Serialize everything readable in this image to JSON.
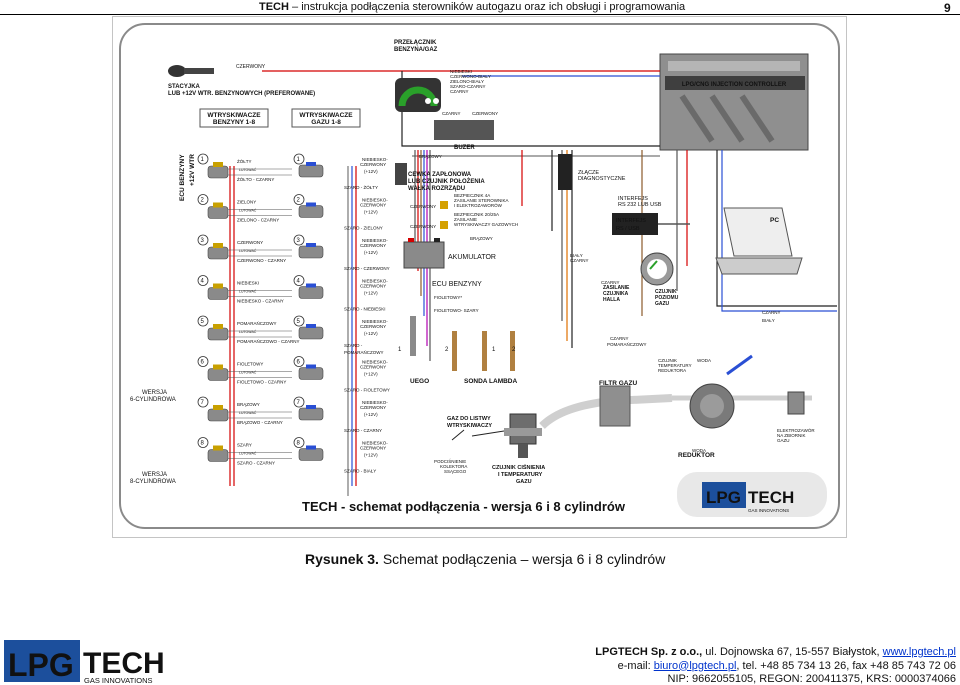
{
  "header": {
    "brand": "TECH",
    "dash": " – ",
    "title": "instrukcja podłączenia sterowników autogazu oraz ich obsługi i programowania",
    "page_number": "9"
  },
  "diagram": {
    "ignition": {
      "label1": "STACYJKA",
      "label2": "LUB +12V WTR. BENZYNOWYCH (PREFEROWANE)",
      "wire": "CZERWONY"
    },
    "switch": {
      "label1": "PRZEŁĄCZNIK",
      "label2": "BENZYNA/GAZ",
      "wires": [
        "NIEBIESKI",
        "CZERWONO-BIAŁY",
        "ZIELONO-BIAŁY",
        "SZARO-CZARNY",
        "CZARNY"
      ],
      "w_black": "CZARNY",
      "w_red": "CZERWONY"
    },
    "controller": "LPG/CNG INJECTION CONTROLLER",
    "injectors_petrol": [
      "WTRYSKIWACZE",
      "BENZYNY 1-8"
    ],
    "injectors_gas": [
      "WTRYSKIWACZE",
      "GAZU 1-8"
    ],
    "ecu_benzyny": "ECU BENZYNY",
    "plus12_wtr": "+12V WTR",
    "petrol_wires": [
      "ŻÓŁTY",
      "ŻÓŁTO - CZARNY",
      "ZIELONY",
      "ZIELONO - CZARNY",
      "CZERWONY",
      "CZERWONO - CZARNY",
      "NIEBIESKI",
      "NIEBIESKO - CZARNY",
      "POMARAŃCZOWY",
      "POMARAŃCZOWO - CZARNY",
      "FIOLETOWY",
      "FIOLETOWO - CZARNY",
      "BRĄZOWY",
      "BRĄZOWO - CZARNY",
      "SZARY",
      "SZARO - CZARNY"
    ],
    "lutowac": "LUTOWAĆ",
    "gas_blue_red": [
      "NIEBIESKO-",
      "CZERWONY"
    ],
    "plus12": "(+12V)",
    "gas_grey": [
      "SZARO - ŻÓŁTY",
      "SZARO - ZIELONY",
      "SZARO - CZERWONY",
      "SZARO - NIEBIESKI",
      "SZARO -",
      "POMARAŃCZOWY",
      "SZARO - FIOLETOWY",
      "SZARO - CZARNY",
      "SZARO - BIAŁY"
    ],
    "inj_numbers": [
      "1",
      "2",
      "3",
      "4",
      "5",
      "6",
      "7",
      "8"
    ],
    "wersja6": [
      "WERSJA",
      "6-CYLINDROWA"
    ],
    "wersja8": [
      "WERSJA",
      "8-CYLINDROWA"
    ],
    "buzer": "BUZER",
    "brazowy": "BRĄZOWY",
    "coil": [
      "CEWKA ZAPŁONOWA",
      "LUB CZUJNIK POŁOŻENIA",
      "WAŁKA ROZRZĄDU"
    ],
    "fuse1": [
      "BEZPIECZNIK 4A",
      "ZASILANIE STEROWNIKA",
      "I ELEKTROZAWORÓW"
    ],
    "fuse2": [
      "BEZPIECZNIK 20/25A",
      "ZASILANIE",
      "WTRYSKIWACZY GAZOWYCH"
    ],
    "czerwony": "CZERWONY",
    "battery": "AKUMULATOR",
    "diag": [
      "ZŁĄCZE",
      "DIAGNOSTYCZNE"
    ],
    "rs232": [
      "INTERFEJS",
      "RS 232 LUB USB"
    ],
    "rs_usb": [
      "INTERFEJS",
      "RS / USB"
    ],
    "pc": "PC",
    "bialy_czarny": [
      "BIAŁY",
      "CZARNY"
    ],
    "hall": [
      "ZASILANIE",
      "CZUJNIKA",
      "HALLA"
    ],
    "level": [
      "CZUJNIK",
      "POZIOMU",
      "GAZU"
    ],
    "ecu_petrol": "ECU BENZYNY",
    "fioletowy": "FIOLETOWY*",
    "fiol_szary": "FIOLETOWO- SZARY",
    "lambda_numbers": [
      "1",
      "2",
      "1",
      "2"
    ],
    "uego": "UEGO",
    "lambda": "SONDA LAMBDA",
    "czarny_bialy": [
      "CZARNY",
      "BIAŁY"
    ],
    "czarny": "CZARNY",
    "pomaranczowy": "POMARAŃCZOWY",
    "temp": [
      "CZUJNIK",
      "TEMPERATURY",
      "REDUKTORA"
    ],
    "woda": "WODA",
    "filter": "FILTR GAZU",
    "to_inj": [
      "GAZ DO LISTWY",
      "WTRYSKIWACZY"
    ],
    "vacuum": [
      "PODCIŚNIENIE",
      "KOLEKTORA",
      "SSĄCEGO"
    ],
    "map": [
      "CZUJNIK CIŚNIENIA",
      "I TEMPERATURY",
      "GAZU"
    ],
    "reductor": "REDUKTOR",
    "valve": [
      "ELEKTROZAWÓR",
      "NA ZBIORNIK",
      "GAZU"
    ],
    "title": "TECH - schemat podłączenia - wersja 6 i 8 cylindrów",
    "logo_lpg": "LPG",
    "logo_tech": "TECH",
    "logo_sub": "GAS INNOVATIONS"
  },
  "caption": {
    "label": "Rysunek 3.",
    "text": " Schemat podłączenia – wersja 6 i 8 cylindrów"
  },
  "footer": {
    "logo_lpg": "LPG",
    "logo_tech": "TECH",
    "logo_sub": "GAS INNOVATIONS",
    "company": "LPGTECH Sp. z o.o.,",
    "address": " ul. Dojnowska 67, 15-557 Białystok, ",
    "website": "www.lpgtech.pl",
    "email_label": "e-mail: ",
    "email": "biuro@lpgtech.pl",
    "phone": ", tel. +48 85 734 13 26, fax +48 85 743 72 06",
    "registration": "NIP: 9662055105, REGON: 200411375, KRS: 0000374066"
  }
}
